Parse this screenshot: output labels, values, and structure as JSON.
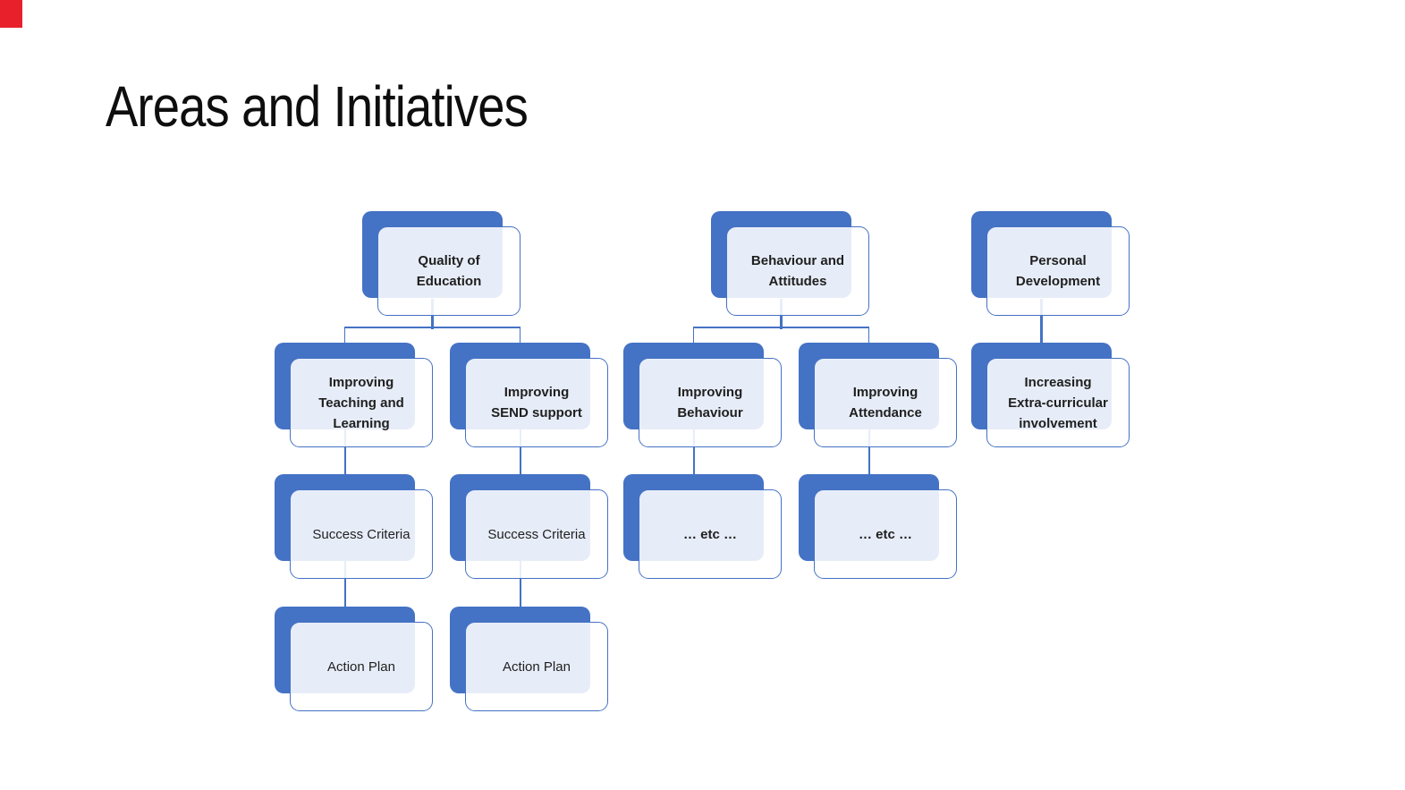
{
  "slide": {
    "title": "Areas and Initiatives",
    "background_color": "#FFFFFF",
    "corner_marker_color": "#E8202C"
  },
  "colors": {
    "accent_blue": "#4472C4",
    "card_border": "#4472C4",
    "card_overlap_tint": "#E7EDF8",
    "connector_line": "#4472C4",
    "text": "#1F1F1F"
  },
  "diagram": {
    "type": "org-chart",
    "nodes": [
      {
        "id": "quality-of-education",
        "label": "Quality of\nEducation",
        "bold": true,
        "parent": null
      },
      {
        "id": "behaviour-and-attitudes",
        "label": "Behaviour and\nAttitudes",
        "bold": true,
        "parent": null
      },
      {
        "id": "personal-development",
        "label": "Personal\nDevelopment",
        "bold": true,
        "parent": null
      },
      {
        "id": "improving-teaching-and-learning",
        "label": "Improving\nTeaching and\nLearning",
        "bold": true,
        "parent": "quality-of-education"
      },
      {
        "id": "improving-send-support",
        "label": "Improving\nSEND support",
        "bold": true,
        "parent": "quality-of-education"
      },
      {
        "id": "improving-behaviour",
        "label": "Improving\nBehaviour",
        "bold": true,
        "parent": "behaviour-and-attitudes"
      },
      {
        "id": "improving-attendance",
        "label": "Improving\nAttendance",
        "bold": true,
        "parent": "behaviour-and-attitudes"
      },
      {
        "id": "increasing-extra-curricular-involvement",
        "label": "Increasing\nExtra-curricular\ninvolvement",
        "bold": true,
        "parent": "personal-development"
      },
      {
        "id": "success-criteria-teaching",
        "label": "Success Criteria",
        "bold": false,
        "parent": "improving-teaching-and-learning"
      },
      {
        "id": "success-criteria-send",
        "label": "Success Criteria",
        "bold": false,
        "parent": "improving-send-support"
      },
      {
        "id": "etc-behaviour",
        "label": "… etc …",
        "bold": true,
        "parent": "improving-behaviour"
      },
      {
        "id": "etc-attendance",
        "label": "… etc …",
        "bold": true,
        "parent": "improving-attendance"
      },
      {
        "id": "action-plan-teaching",
        "label": "Action Plan",
        "bold": false,
        "parent": "success-criteria-teaching"
      },
      {
        "id": "action-plan-send",
        "label": "Action Plan",
        "bold": false,
        "parent": "success-criteria-send"
      }
    ]
  }
}
